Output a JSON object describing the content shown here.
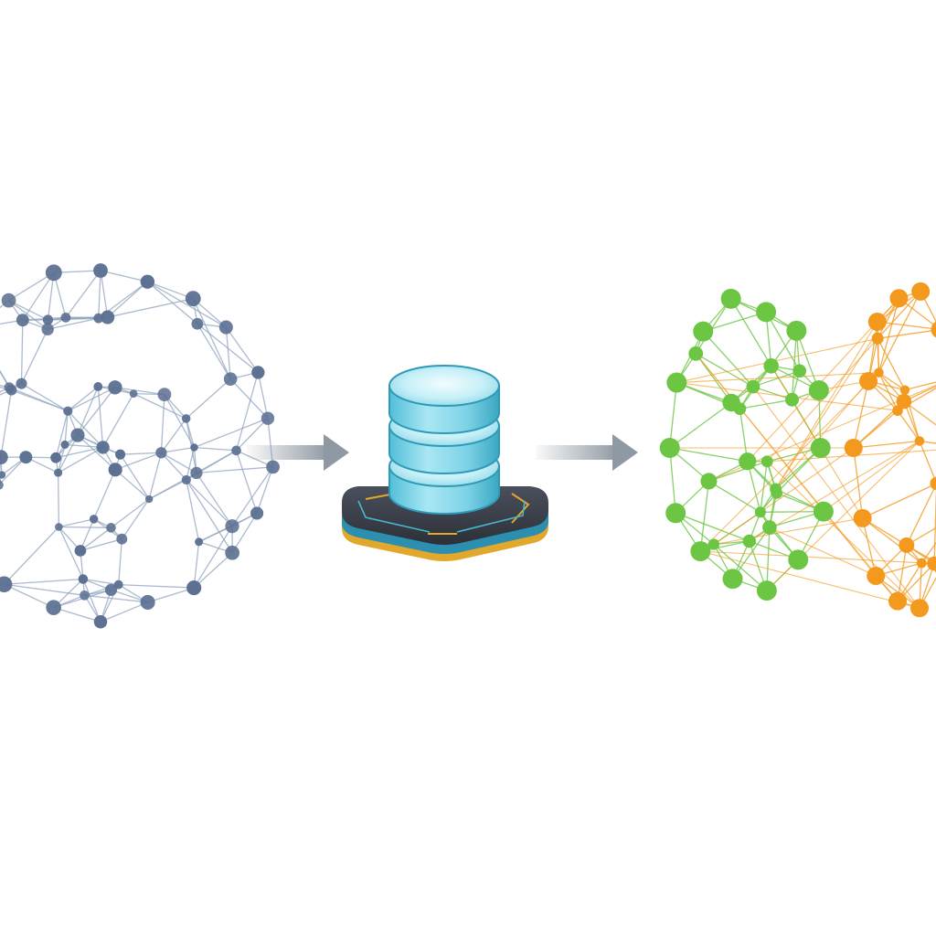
{
  "diagram": {
    "stages": [
      {
        "id": "input-graph",
        "icon": "network-graph-icon",
        "colors": [
          "#5b6f91"
        ]
      },
      {
        "id": "processing",
        "icon": "database-chip-icon",
        "colors": [
          "#bfeef5",
          "#47b6cf",
          "#3a3f4a",
          "#e2a82b"
        ]
      },
      {
        "id": "output-graph",
        "icon": "clustered-network-icon",
        "colors": [
          "#6cc644",
          "#f39a1e"
        ]
      }
    ],
    "connectors": [
      {
        "from": "input-graph",
        "to": "processing",
        "icon": "arrow-right-icon",
        "color": "#8f99a3"
      },
      {
        "from": "processing",
        "to": "output-graph",
        "icon": "arrow-right-icon",
        "color": "#8f99a3"
      }
    ],
    "colors": {
      "background": "#ffffff",
      "input_node": "#5b6f91",
      "input_edge": "#8fa3bf",
      "cluster_a": "#6cc644",
      "cluster_b": "#f39a1e",
      "arrow": "#8f99a3"
    }
  }
}
